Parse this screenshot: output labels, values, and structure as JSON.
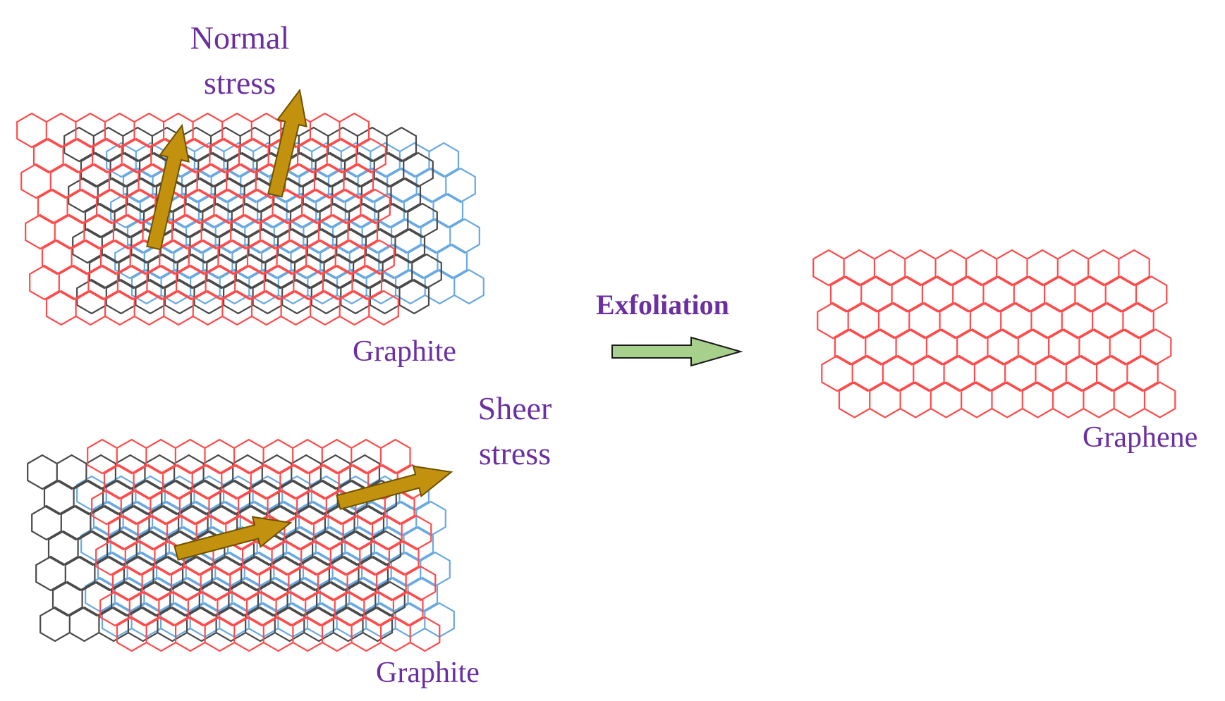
{
  "labels": {
    "normal_stress": [
      "Normal",
      "stress"
    ],
    "sheer_stress": [
      "Sheer",
      "stress"
    ],
    "graphite_top": "Graphite",
    "graphite_bottom": "Graphite",
    "exfoliation": "Exfoliation",
    "graphene": "Graphene"
  },
  "colors": {
    "text": "#6a2fa0",
    "lattice_top_layer": "#ff4b4b",
    "lattice_middle_layer": "#4a4a4a",
    "lattice_bottom_layer": "#6aa9e0",
    "stress_arrow_fill": "#c2920e",
    "stress_arrow_stroke": "#6e5200",
    "exfoliation_arrow_fill": "#a8d08d",
    "exfoliation_arrow_stroke": "#1a1a1a"
  },
  "icons": {
    "normal_stress_arrows": "up-right-arrow",
    "sheer_stress_arrows": "right-arrow",
    "process_arrow": "right-arrow"
  }
}
